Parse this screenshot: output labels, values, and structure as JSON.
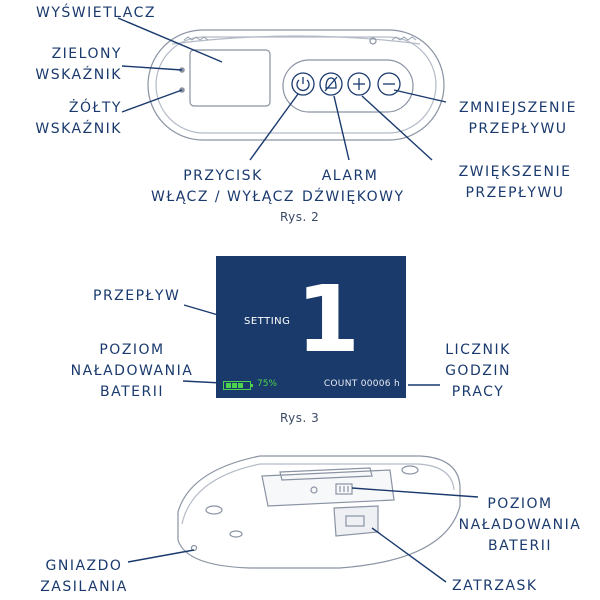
{
  "fig2": {
    "labels": {
      "display": "WYŚWIETLACZ",
      "green_indicator": "ZIELONY\nWSKAŹNIK",
      "yellow_indicator": "ŻÓŁTY\nWSKAŹNIK",
      "power_button": "PRZYCISK\nWŁĄCZ / WYŁĄCZ",
      "audio_alarm": "ALARM\nDŹWIĘKOWY",
      "decrease_flow": "ZMNIEJSZENIE\nPRZEPŁYWU",
      "increase_flow": "ZWIĘKSZENIE\nPRZEPŁYWU"
    },
    "caption": "Rys. 2"
  },
  "fig3": {
    "labels": {
      "flow": "PRZEPŁYW",
      "battery_level": "POZIOM\nNAŁADOWANIA\nBATERII",
      "hour_counter": "LICZNIK\nGODZIN\nPRACY"
    },
    "screen": {
      "mode_text": "SETTING",
      "flow_value": "1",
      "battery_percent": "75%",
      "battery_level_fraction": 0.75,
      "count_text": "COUNT 00006 h"
    },
    "caption": "Rys. 3"
  },
  "fig4": {
    "labels": {
      "battery_level": "POZIOM\nNAŁADOWANIA\nBATERII",
      "power_socket": "GNIAZDO\nZASILANIA",
      "latch": "ZATRZASK"
    }
  },
  "colors": {
    "label_blue": "#1a3a6e",
    "screen_bg": "#1a3a6b",
    "battery_green": "#4dd24d"
  }
}
